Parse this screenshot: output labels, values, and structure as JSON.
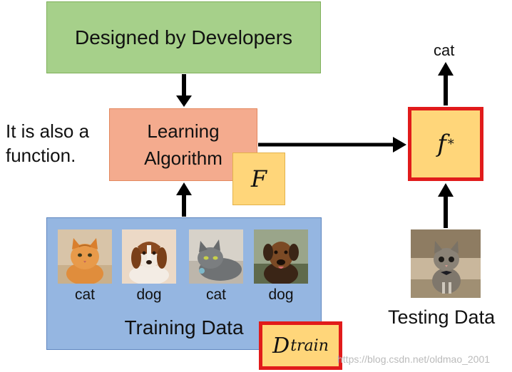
{
  "designed_box": {
    "label": "Designed by Developers"
  },
  "algorithm_box": {
    "line1": "Learning",
    "line2": "Algorithm"
  },
  "function_box": {
    "symbol": "F"
  },
  "output_box": {
    "symbol": "f",
    "superscript": "*"
  },
  "side_note": {
    "line1": "It is also a",
    "line2": "function."
  },
  "output_label": "cat",
  "training": {
    "label": "Training Data",
    "images": [
      {
        "caption": "cat",
        "icon": "orange-cat-photo"
      },
      {
        "caption": "dog",
        "icon": "beagle-puppy-photo"
      },
      {
        "caption": "cat",
        "icon": "gray-cat-photo"
      },
      {
        "caption": "dog",
        "icon": "brown-dog-photo"
      }
    ]
  },
  "dtrain_box": {
    "symbol": "D",
    "subscript": "train"
  },
  "testing": {
    "label": "Testing Data",
    "icon": "kitten-photo"
  },
  "watermark": "https://blog.csdn.net/oldmao_2001",
  "colors": {
    "designed_fill": "#a6d08a",
    "algorithm_fill": "#f4ab8e",
    "function_fill": "#ffd67a",
    "training_fill": "#95b6e1",
    "highlight_border": "#e11b1b",
    "arrow": "#000000"
  }
}
